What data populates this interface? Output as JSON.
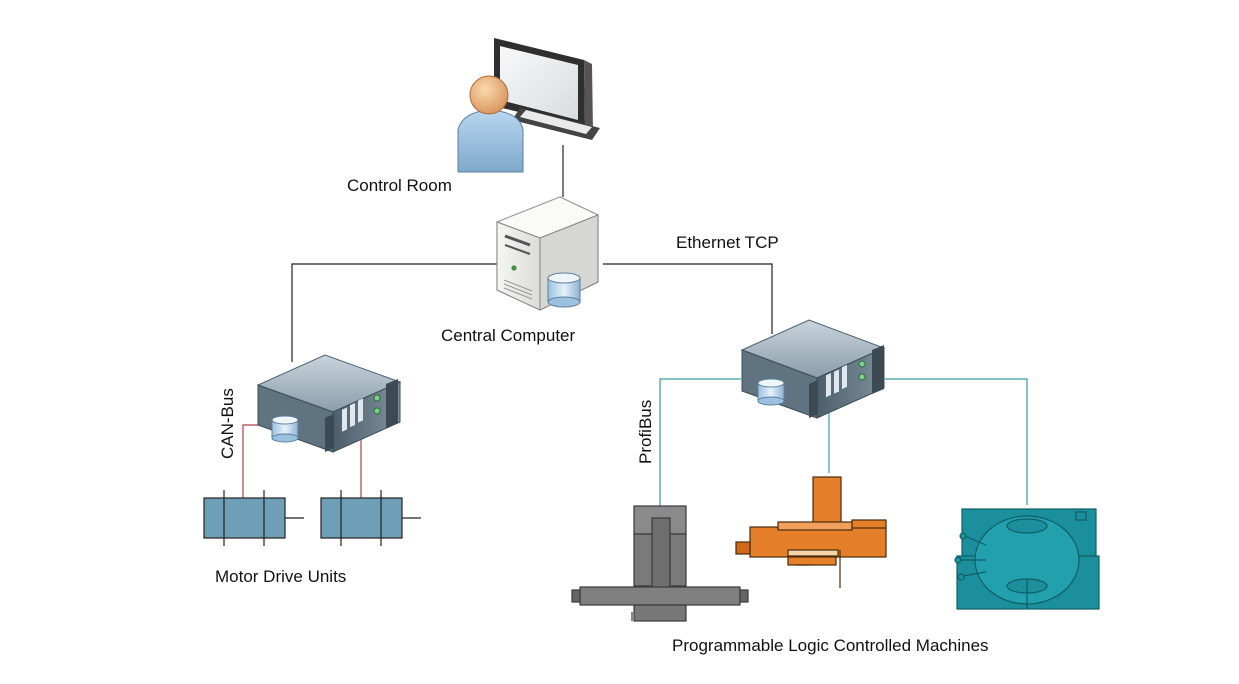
{
  "labels": {
    "control_room": "Control Room",
    "central_computer": "Central Computer",
    "ethernet": "Ethernet TCP",
    "can_bus": "CAN-Bus",
    "profibus": "ProfiBus",
    "motor_drive_units": "Motor Drive Units",
    "plc_machines": "Programmable Logic Controlled Machines"
  },
  "icons": {
    "workstation": "workstation-user-icon",
    "central_computer": "tower-server-icon",
    "left_server": "rack-server-icon",
    "right_server": "rack-server-icon",
    "motor_left": "motor-drive-icon",
    "motor_right": "motor-drive-icon",
    "plc_grey": "drill-press-machine-icon",
    "plc_orange": "milling-machine-icon",
    "plc_teal": "press-machine-icon"
  },
  "colors": {
    "ethernet_line": "#222222",
    "can_line": "#b0404a",
    "profibus_line": "#3a9aa3",
    "server_body": "#6f8493",
    "motor_fill": "#6f9fb7",
    "machine_grey": "#7a7a7a",
    "machine_orange": "#e57f2a",
    "machine_teal": "#1b8f9b"
  }
}
